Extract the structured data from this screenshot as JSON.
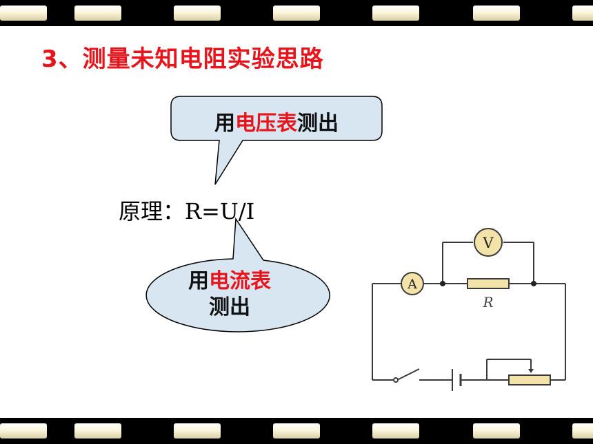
{
  "title": "3、测量未知电阻实验思路",
  "voltmeter_callout": {
    "prefix": "用",
    "highlight": "电压表",
    "suffix": "测出"
  },
  "formula": {
    "label": "原理：",
    "expression": "R=U/I"
  },
  "ammeter_callout": {
    "line1_prefix": "用",
    "line1_highlight": "电流表",
    "line2": "测出"
  },
  "circuit": {
    "voltmeter_symbol": "V",
    "ammeter_symbol": "A",
    "resistor_label": "R"
  },
  "colors": {
    "accent_red": "#e8141b",
    "bubble_fill": "#d7e6f1",
    "film_strip": "#000000",
    "film_hole": "#fdf6dc"
  }
}
